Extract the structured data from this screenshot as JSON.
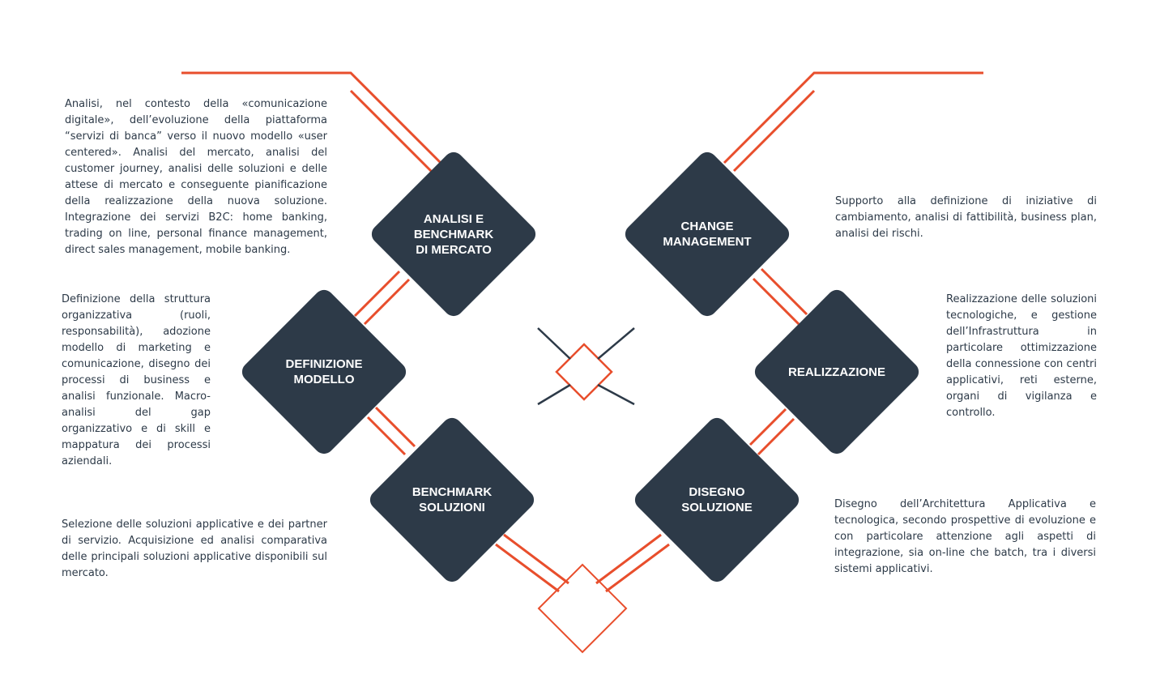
{
  "nodes": {
    "analisi": {
      "lines": [
        "ANALISI E",
        "BENCHMARK",
        "DI MERCATO"
      ]
    },
    "change": {
      "lines": [
        "CHANGE",
        "MANAGEMENT"
      ]
    },
    "definizione": {
      "lines": [
        "DEFINIZIONE",
        "MODELLO"
      ]
    },
    "realizzazione": {
      "lines": [
        "REALIZZAZIONE"
      ]
    },
    "benchmark": {
      "lines": [
        "BENCHMARK",
        "SOLUZIONI"
      ]
    },
    "disegno": {
      "lines": [
        "DISEGNO",
        "SOLUZIONE"
      ]
    }
  },
  "descriptions": {
    "analisi": "Analisi, nel contesto della «comunicazione digitale», dell’evoluzione della piattaforma “servizi di banca” verso il nuovo modello «user centered». Analisi del mercato, analisi del customer journey, analisi delle soluzioni e delle attese di mercato e conseguente pianificazione della realizzazione della nuova soluzione. Integrazione dei servizi B2C:  home banking, trading on line, personal finance management, direct sales management, mobile banking.",
    "change": "Supporto alla definizione di iniziative di cambiamento, analisi di fattibilità, business plan, analisi dei rischi.",
    "definizione": "Definizione della struttura organizzativa (ruoli, responsabilità), adozione modello di marketing e comunicazione, disegno dei processi di business e analisi funzionale. Macro-analisi del gap organizzativo e di skill e mappatura dei processi aziendali.",
    "realizzazione": "Realizzazione delle soluzioni tecnologiche, e gestione dell’Infrastruttura in particolare ottimizzazione della connessione con centri applicativi, reti esterne, organi di vigilanza e controllo.",
    "benchmark": "Selezione delle soluzioni applicative e dei partner di servizio. Acquisizione ed analisi comparativa delle principali soluzioni applicative disponibili sul mercato.",
    "disegno": "Disegno dell’Architettura Applicativa e tecnologica, secondo prospettive di evoluzione e con particolare attenzione agli aspetti di integrazione, sia on-line che batch, tra i diversi sistemi applicativi."
  },
  "colors": {
    "accent": "#e84e2c",
    "node": "#2d3a48",
    "node_text": "#ffffff",
    "text": "#2d3a48",
    "background": "#ffffff"
  }
}
